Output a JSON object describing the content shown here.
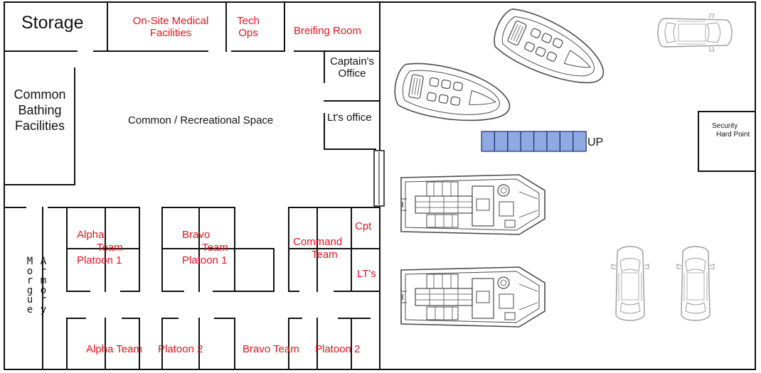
{
  "colors": {
    "wall": "#111111",
    "label_red": "#e8131b",
    "stairs_fill": "#8fa9e3",
    "stairs_stroke": "#1c2e6e",
    "vehicle_stroke": "#4a4a4a",
    "car_stroke": "#9a9a9a"
  },
  "rooms": {
    "storage": "Storage",
    "medical_line1": "On-Site Medical",
    "medical_line2": "Facilities",
    "techops_line1": "Tech",
    "techops_line2": "Ops",
    "briefing": "Breifing Room",
    "captains_line1": "Captain's",
    "captains_line2": "Office",
    "lts_office": "Lt's office",
    "bathing_line1": "Common",
    "bathing_line2": "Bathing",
    "bathing_line3": "Facilities",
    "common_space": "Common / Recreational Space",
    "morgue": "Morgue",
    "armory": "Armory"
  },
  "barracks": {
    "alpha_upper_l1": "Alpha",
    "alpha_upper_l2": "Team",
    "alpha_upper_l3": "Platoon 1",
    "bravo_upper_l1": "Bravo",
    "bravo_upper_l2": "Team",
    "bravo_upper_l3": "Platoon 1",
    "command_l1": "Command",
    "command_l2": "Team",
    "cpt": "Cpt",
    "lts": "LT's",
    "alpha_lower_a": "Alpha Team",
    "alpha_lower_b": "Platoon 2",
    "bravo_lower_a": "Bravo Team",
    "bravo_lower_b": "Platoon 2"
  },
  "hangar": {
    "stairs_label": "UP",
    "security_line1": "Security",
    "security_line2": "Hard Point"
  },
  "icons": {
    "hover_craft": "hovercraft-icon",
    "patrol_boat": "patrol-boat-icon",
    "car": "car-icon",
    "stairs": "stairs-icon"
  }
}
